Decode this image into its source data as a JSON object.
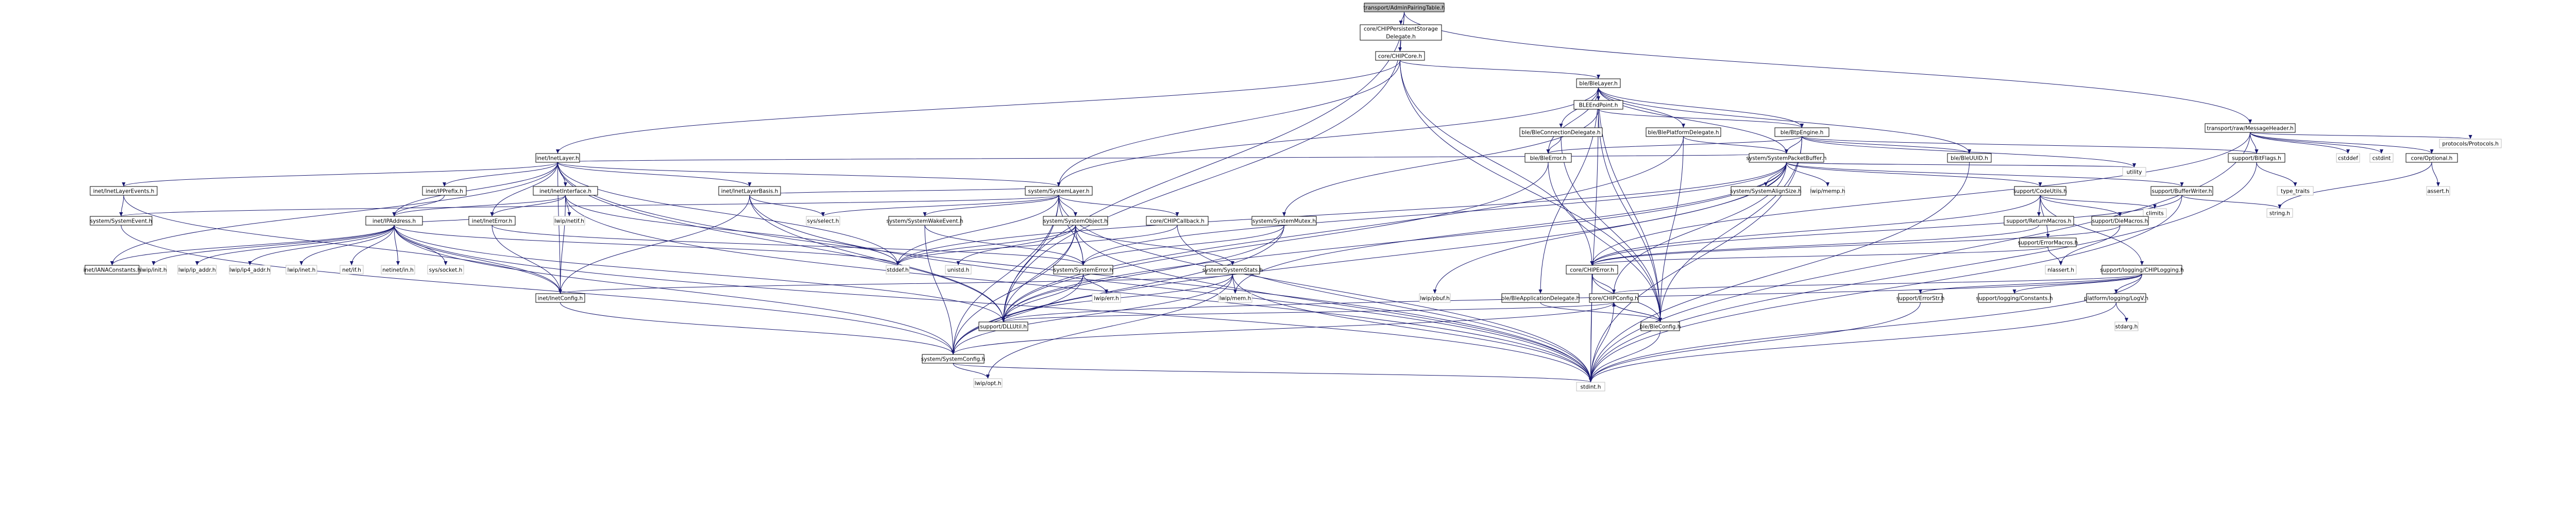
{
  "graph": {
    "root": "transport/AdminPairingTable.h",
    "nodes": [
      {
        "id": "n0",
        "label": "transport/AdminPairingTable.h",
        "kind": "root"
      },
      {
        "id": "n1",
        "label": "core/CHIPPersistentStorage\nDelegate.h",
        "kind": "doc"
      },
      {
        "id": "n2",
        "label": "core/CHIPCore.h",
        "kind": "doc"
      },
      {
        "id": "n3",
        "label": "transport/raw/MessageHeader.h",
        "kind": "doc"
      },
      {
        "id": "n4",
        "label": "inet/InetLayer.h",
        "kind": "doc"
      },
      {
        "id": "n5",
        "label": "ble/BleLayer.h",
        "kind": "doc"
      },
      {
        "id": "n6",
        "label": "BLEEndPoint.h",
        "kind": "doc"
      },
      {
        "id": "n7",
        "label": "ble/BleConnectionDelegate.h",
        "kind": "doc"
      },
      {
        "id": "n8",
        "label": "ble/BlePlatformDelegate.h",
        "kind": "doc"
      },
      {
        "id": "n9",
        "label": "ble/BtpEngine.h",
        "kind": "doc"
      },
      {
        "id": "n10",
        "label": "ble/BleError.h",
        "kind": "doc"
      },
      {
        "id": "n11",
        "label": "ble/BleUUID.h",
        "kind": "doc"
      },
      {
        "id": "n12",
        "label": "system/SystemPacketBuffer.h",
        "kind": "doc"
      },
      {
        "id": "n13",
        "label": "support/BitFlags.h",
        "kind": "doc"
      },
      {
        "id": "n14",
        "label": "support/BufferWriter.h",
        "kind": "doc"
      },
      {
        "id": "n15",
        "label": "support/CodeUtils.h",
        "kind": "doc"
      },
      {
        "id": "n16",
        "label": "core/Optional.h",
        "kind": "doc"
      },
      {
        "id": "n17",
        "label": "cstddef",
        "kind": "plain"
      },
      {
        "id": "n18",
        "label": "cstdint",
        "kind": "plain"
      },
      {
        "id": "n19",
        "label": "protocols/Protocols.h",
        "kind": "plain"
      },
      {
        "id": "n20",
        "label": "type_traits",
        "kind": "plain"
      },
      {
        "id": "n21",
        "label": "utility",
        "kind": "plain"
      },
      {
        "id": "n22",
        "label": "assert.h",
        "kind": "plain"
      },
      {
        "id": "n23",
        "label": "string.h",
        "kind": "plain"
      },
      {
        "id": "n24",
        "label": "climits",
        "kind": "plain"
      },
      {
        "id": "n25",
        "label": "inet/InetLayerEvents.h",
        "kind": "doc"
      },
      {
        "id": "n26",
        "label": "inet/IPPrefix.h",
        "kind": "doc"
      },
      {
        "id": "n27",
        "label": "inet/InetInterface.h",
        "kind": "doc"
      },
      {
        "id": "n28",
        "label": "inet/InetLayerBasis.h",
        "kind": "doc"
      },
      {
        "id": "n29",
        "label": "system/SystemLayer.h",
        "kind": "doc"
      },
      {
        "id": "n30",
        "label": "system/SystemAlignSize.h",
        "kind": "doc"
      },
      {
        "id": "n31",
        "label": "lwip/memp.h",
        "kind": "plain"
      },
      {
        "id": "n32",
        "label": "support/ReturnMacros.h",
        "kind": "doc"
      },
      {
        "id": "n33",
        "label": "support/ErrorMacros.h",
        "kind": "doc"
      },
      {
        "id": "n34",
        "label": "support/DieMacros.h",
        "kind": "doc"
      },
      {
        "id": "n35",
        "label": "system/SystemEvent.h",
        "kind": "doc"
      },
      {
        "id": "n36",
        "label": "inet/IPAddress.h",
        "kind": "doc"
      },
      {
        "id": "n37",
        "label": "inet/InetError.h",
        "kind": "doc"
      },
      {
        "id": "n38",
        "label": "lwip/netif.h",
        "kind": "plain"
      },
      {
        "id": "n39",
        "label": "sys/select.h",
        "kind": "plain"
      },
      {
        "id": "n40",
        "label": "system/SystemWakeEvent.h",
        "kind": "doc"
      },
      {
        "id": "n41",
        "label": "system/SystemObject.h",
        "kind": "doc"
      },
      {
        "id": "n42",
        "label": "core/CHIPCallback.h",
        "kind": "doc"
      },
      {
        "id": "n43",
        "label": "system/SystemMutex.h",
        "kind": "doc"
      },
      {
        "id": "n44",
        "label": "core/CHIPError.h",
        "kind": "doc"
      },
      {
        "id": "n45",
        "label": "nlassert.h",
        "kind": "plain"
      },
      {
        "id": "n46",
        "label": "inet/IANAConstants.h",
        "kind": "doc"
      },
      {
        "id": "n47",
        "label": "lwip/init.h",
        "kind": "plain"
      },
      {
        "id": "n48",
        "label": "lwip/ip_addr.h",
        "kind": "plain"
      },
      {
        "id": "n49",
        "label": "lwip/ip4_addr.h",
        "kind": "plain"
      },
      {
        "id": "n50",
        "label": "lwip/inet.h",
        "kind": "plain"
      },
      {
        "id": "n51",
        "label": "net/if.h",
        "kind": "plain"
      },
      {
        "id": "n52",
        "label": "netinet/in.h",
        "kind": "plain"
      },
      {
        "id": "n53",
        "label": "sys/socket.h",
        "kind": "plain"
      },
      {
        "id": "n54",
        "label": "stddef.h",
        "kind": "plain"
      },
      {
        "id": "n55",
        "label": "unistd.h",
        "kind": "plain"
      },
      {
        "id": "n56",
        "label": "system/SystemError.h",
        "kind": "doc"
      },
      {
        "id": "n57",
        "label": "system/SystemStats.h",
        "kind": "doc"
      },
      {
        "id": "n58",
        "label": "support/logging/CHIPLogging.h",
        "kind": "doc"
      },
      {
        "id": "n59",
        "label": "inet/InetConfig.h",
        "kind": "doc"
      },
      {
        "id": "n60",
        "label": "lwip/err.h",
        "kind": "plain"
      },
      {
        "id": "n61",
        "label": "lwip/mem.h",
        "kind": "plain"
      },
      {
        "id": "n62",
        "label": "lwip/pbuf.h",
        "kind": "plain"
      },
      {
        "id": "n63",
        "label": "ble/BleApplicationDelegate.h",
        "kind": "doc"
      },
      {
        "id": "n64",
        "label": "core/CHIPConfig.h",
        "kind": "doc"
      },
      {
        "id": "n65",
        "label": "support/ErrorStr.h",
        "kind": "doc"
      },
      {
        "id": "n66",
        "label": "support/logging/Constants.h",
        "kind": "doc"
      },
      {
        "id": "n67",
        "label": "platform/logging/LogV.h",
        "kind": "doc"
      },
      {
        "id": "n68",
        "label": "support/DLLUtil.h",
        "kind": "doc"
      },
      {
        "id": "n69",
        "label": "ble/BleConfig.h",
        "kind": "doc"
      },
      {
        "id": "n70",
        "label": "stdarg.h",
        "kind": "plain"
      },
      {
        "id": "n71",
        "label": "system/SystemConfig.h",
        "kind": "doc"
      },
      {
        "id": "n72",
        "label": "lwip/opt.h",
        "kind": "plain"
      },
      {
        "id": "n73",
        "label": "stdint.h",
        "kind": "plain"
      }
    ]
  }
}
